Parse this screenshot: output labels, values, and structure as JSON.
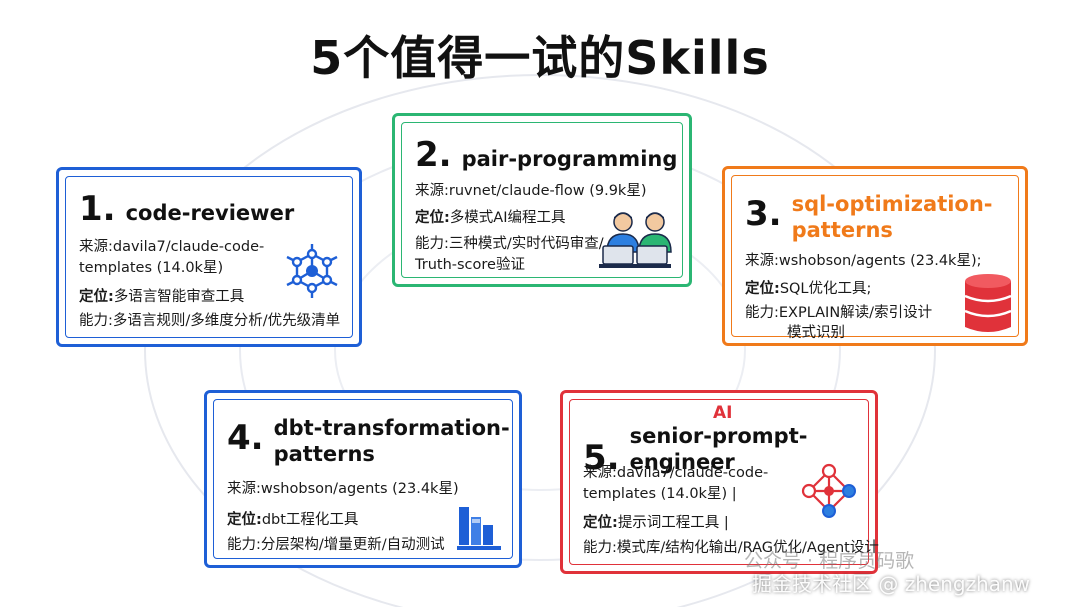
{
  "title": "5个值得一试的Skills",
  "colors": {
    "blue": "#1e5fd6",
    "green": "#2bb673",
    "orange": "#f07a1a",
    "red": "#e0323a"
  },
  "cards": [
    {
      "num": "1.",
      "name": "code-reviewer",
      "source_line1": "来源:davila7/claude-code-",
      "source_line2": "templates (14.0k星)",
      "position_label": "定位:",
      "position": "多语言智能审查工具",
      "ability_label": "能力:",
      "ability": "多语言规则/多维度分析/优先级清单",
      "icon": "network-graph-icon"
    },
    {
      "num": "2.",
      "name": "pair-programming",
      "source_line1": "来源:ruvnet/claude-flow (9.9k星)",
      "position_label": "定位:",
      "position": "多模式AI编程工具",
      "ability_label": "能力:",
      "ability_line1": "三种模式/实时代码审查/",
      "ability_line2": "Truth-score验证",
      "icon": "pair-programmers-icon"
    },
    {
      "num": "3.",
      "name_line1": "sql-optimization-",
      "name_line2": "patterns",
      "source_line1": "来源:wshobson/agents (23.4k星);",
      "position_label": "定位:",
      "position": "SQL优化工具;",
      "ability_label": "能力:",
      "ability_line1": "EXPLAIN解读/索引设计",
      "ability_line2": "模式识别",
      "icon": "database-icon"
    },
    {
      "num": "4.",
      "name_line1": "dbt-transformation-",
      "name_line2": "patterns",
      "source_line1": "来源:wshobson/agents (23.4k星)",
      "position_label": "定位:",
      "position": "dbt工程化工具",
      "ability_label": "能力:",
      "ability": "分层架构/增量更新/自动测试",
      "icon": "layers-chart-icon"
    },
    {
      "num": "5.",
      "tag": "AI",
      "name": "senior-prompt-engineer",
      "source_line1": "来源:davila7/claude-code-",
      "source_line2": "templates (14.0k星) |",
      "position_label": "定位:",
      "position": "提示词工程工具 |",
      "ability_label": "能力:",
      "ability": "模式库/结构化输出/RAG优化/Agent设计",
      "icon": "node-graph-icon"
    }
  ],
  "watermarks": {
    "wechat": "公众号 · 程序员码歌",
    "juejin": "掘金技术社区 @ zhengzhanw"
  }
}
